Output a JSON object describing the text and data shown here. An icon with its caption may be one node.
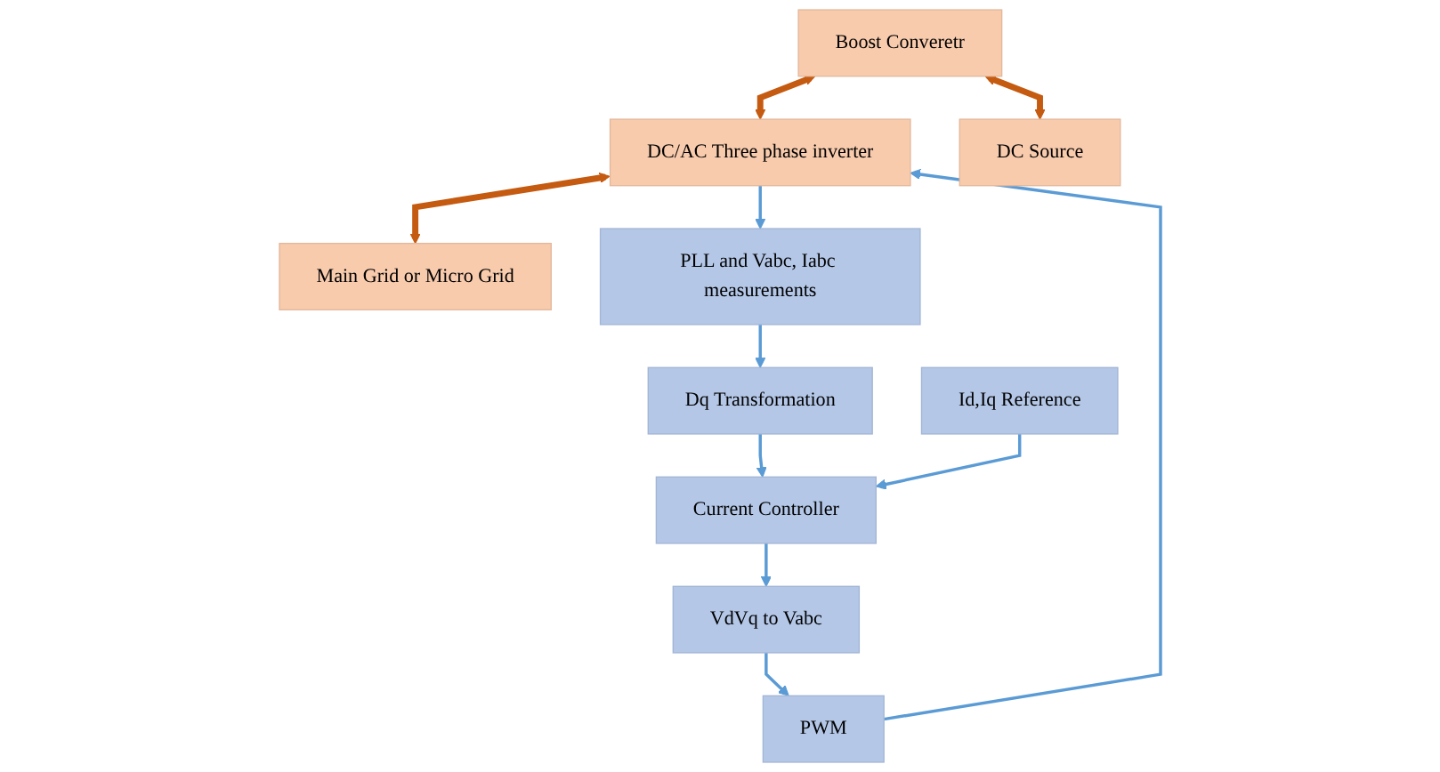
{
  "diagram": {
    "nodes": [
      {
        "text": [
          "Boost Converetr"
        ]
      },
      {
        "text": [
          "DC/AC Three phase inverter"
        ]
      },
      {
        "text": [
          "Main Grid or Micro Grid"
        ]
      },
      {
        "text": [
          "DC Source"
        ]
      },
      {
        "text": [
          "PWM"
        ]
      },
      {
        "text": [
          "PLL and Vabc, Iabc measurements"
        ]
      },
      {
        "text": [
          "Dq Transformation"
        ]
      },
      {
        "text": [
          "VdVq to Vabc"
        ]
      },
      {
        "text": [
          "Current Controller"
        ]
      },
      {
        "text": [
          "Id,Iq Reference"
        ]
      }
    ],
    "edges": [
      {
        "from": 0,
        "to": 1,
        "arrow": "both",
        "style": "thick",
        "color": "#c55a11"
      },
      {
        "from": 1,
        "to": 2,
        "arrow": "both",
        "style": "thick",
        "color": "#c55a11"
      },
      {
        "from": 0,
        "to": 3,
        "arrow": "both",
        "style": "thick",
        "color": "#c55a11"
      },
      {
        "from": 1,
        "to": 5,
        "arrow": "to"
      },
      {
        "from": 5,
        "to": 6,
        "arrow": "to"
      },
      {
        "from": 6,
        "to": 8,
        "arrow": "to"
      },
      {
        "from": 8,
        "to": 7,
        "arrow": "to"
      },
      {
        "from": 7,
        "to": 4,
        "arrow": "to"
      },
      {
        "from": 4,
        "to": 1,
        "arrow": "to"
      },
      {
        "from": 9,
        "to": 8,
        "arrow": "to"
      }
    ]
  }
}
